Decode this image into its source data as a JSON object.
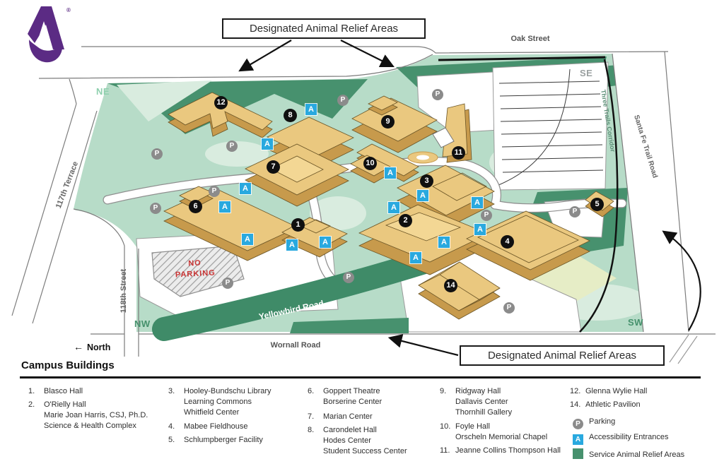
{
  "logo": {
    "letter": "A",
    "registered": "®"
  },
  "callouts": {
    "top": "Designated Animal Relief Areas",
    "bottom": "Designated Animal Relief Areas"
  },
  "map": {
    "corner_labels": {
      "ne": "NE",
      "se": "SE",
      "nw": "NW",
      "sw": "SW"
    },
    "roads": {
      "oak_street": "Oak Street",
      "wornall_road": "Wornall Road",
      "yellowbird_road": "Yellowbird Road",
      "terrace_117": "117th Terrace",
      "street_118": "118th Street",
      "three_trails": "Three Trails Corridor",
      "santa_fe": "Santa Fe Trail Road"
    },
    "north_arrow": "←",
    "north_label": "North",
    "no_parking_line1": "NO",
    "no_parking_line2": "PARKING",
    "symbols": {
      "parking": "P",
      "accessibility": "A"
    },
    "markers": {
      "m1": "1",
      "m2": "2",
      "m3": "3",
      "m4": "4",
      "m5": "5",
      "m6": "6",
      "m7": "7",
      "m8": "8",
      "m9": "9",
      "m10": "10",
      "m11": "11",
      "m12": "12",
      "m14": "14"
    }
  },
  "legend": {
    "title": "Campus Buildings",
    "items": {
      "b1": {
        "num": "1.",
        "l1": "Blasco Hall"
      },
      "b2": {
        "num": "2.",
        "l1": "O'Rielly Hall",
        "l2": "Marie Joan Harris, CSJ, Ph.D.",
        "l3": "Science & Health Complex"
      },
      "b3": {
        "num": "3.",
        "l1": "Hooley-Bundschu Library",
        "l2": "Learning Commons",
        "l3": "Whitfield Center"
      },
      "b4": {
        "num": "4.",
        "l1": "Mabee Fieldhouse"
      },
      "b5": {
        "num": "5.",
        "l1": "Schlumpberger Facility"
      },
      "b6": {
        "num": "6.",
        "l1": "Goppert Theatre",
        "l2": "Borserine Center"
      },
      "b7": {
        "num": "7.",
        "l1": "Marian Center"
      },
      "b8": {
        "num": "8.",
        "l1": "Carondelet Hall",
        "l2": "Hodes Center",
        "l3": "Student Success Center"
      },
      "b9": {
        "num": "9.",
        "l1": "Ridgway Hall",
        "l2": "Dallavis Center",
        "l3": "Thornhill Gallery"
      },
      "b10": {
        "num": "10.",
        "l1": "Foyle Hall",
        "l2": "Orscheln Memorial Chapel"
      },
      "b11": {
        "num": "11.",
        "l1": "Jeanne Collins Thompson Hall"
      },
      "b12": {
        "num": "12.",
        "l1": "Glenna Wylie Hall"
      },
      "b14": {
        "num": "14.",
        "l1": "Athletic Pavilion"
      }
    },
    "symbols": {
      "parking": "Parking",
      "accessibility": "Accessibility Entrances",
      "relief": "Service Animal Relief Areas"
    }
  },
  "colors": {
    "brand_purple": "#5b2b84",
    "dark_green": "#47916e",
    "light_green": "#b7dcc8",
    "pale_green": "#d9ecdf",
    "building_tan": "#eac87f",
    "building_shade": "#c79a4c",
    "accessibility_blue": "#29a9df",
    "parking_gray": "#8b8b8b",
    "no_parking_red": "#c93434"
  }
}
